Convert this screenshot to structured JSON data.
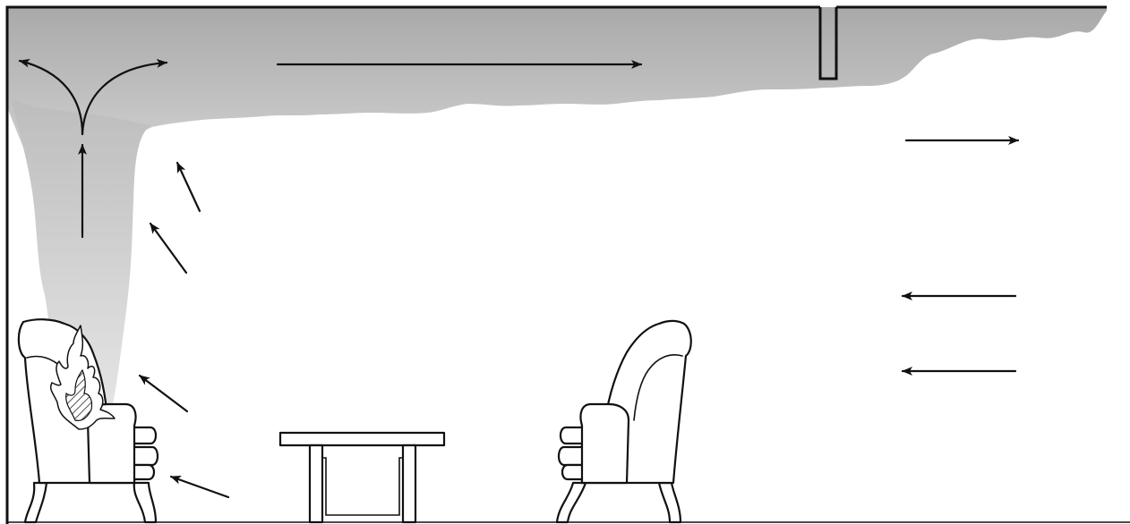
{
  "diagram": {
    "colors": {
      "smoke_top": "#a9a9a9",
      "smoke_bottom": "#d2d2d2",
      "plume_top": "#b9b9b9",
      "plume_bottom": "#e2e2e2",
      "line": "#111111",
      "background": "#ffffff",
      "flame_fill": "#ffffff"
    },
    "elements": {
      "room": "room-outline",
      "ceiling_vent": "ceiling-vent",
      "smoke_layer": "ceiling-smoke-layer",
      "plume": "fire-plume",
      "burning_chair": "burning-wingback-chair",
      "flame": "flame-icon",
      "table": "coffee-table",
      "chair": "wingback-chair"
    },
    "arrows": {
      "plume_up": "up",
      "ceiling_split_left": "left",
      "ceiling_split_right": "right",
      "ceiling_jet": "right",
      "upper_outflow": "right",
      "lower_inflow": "left",
      "entrainment": "up-left"
    }
  }
}
